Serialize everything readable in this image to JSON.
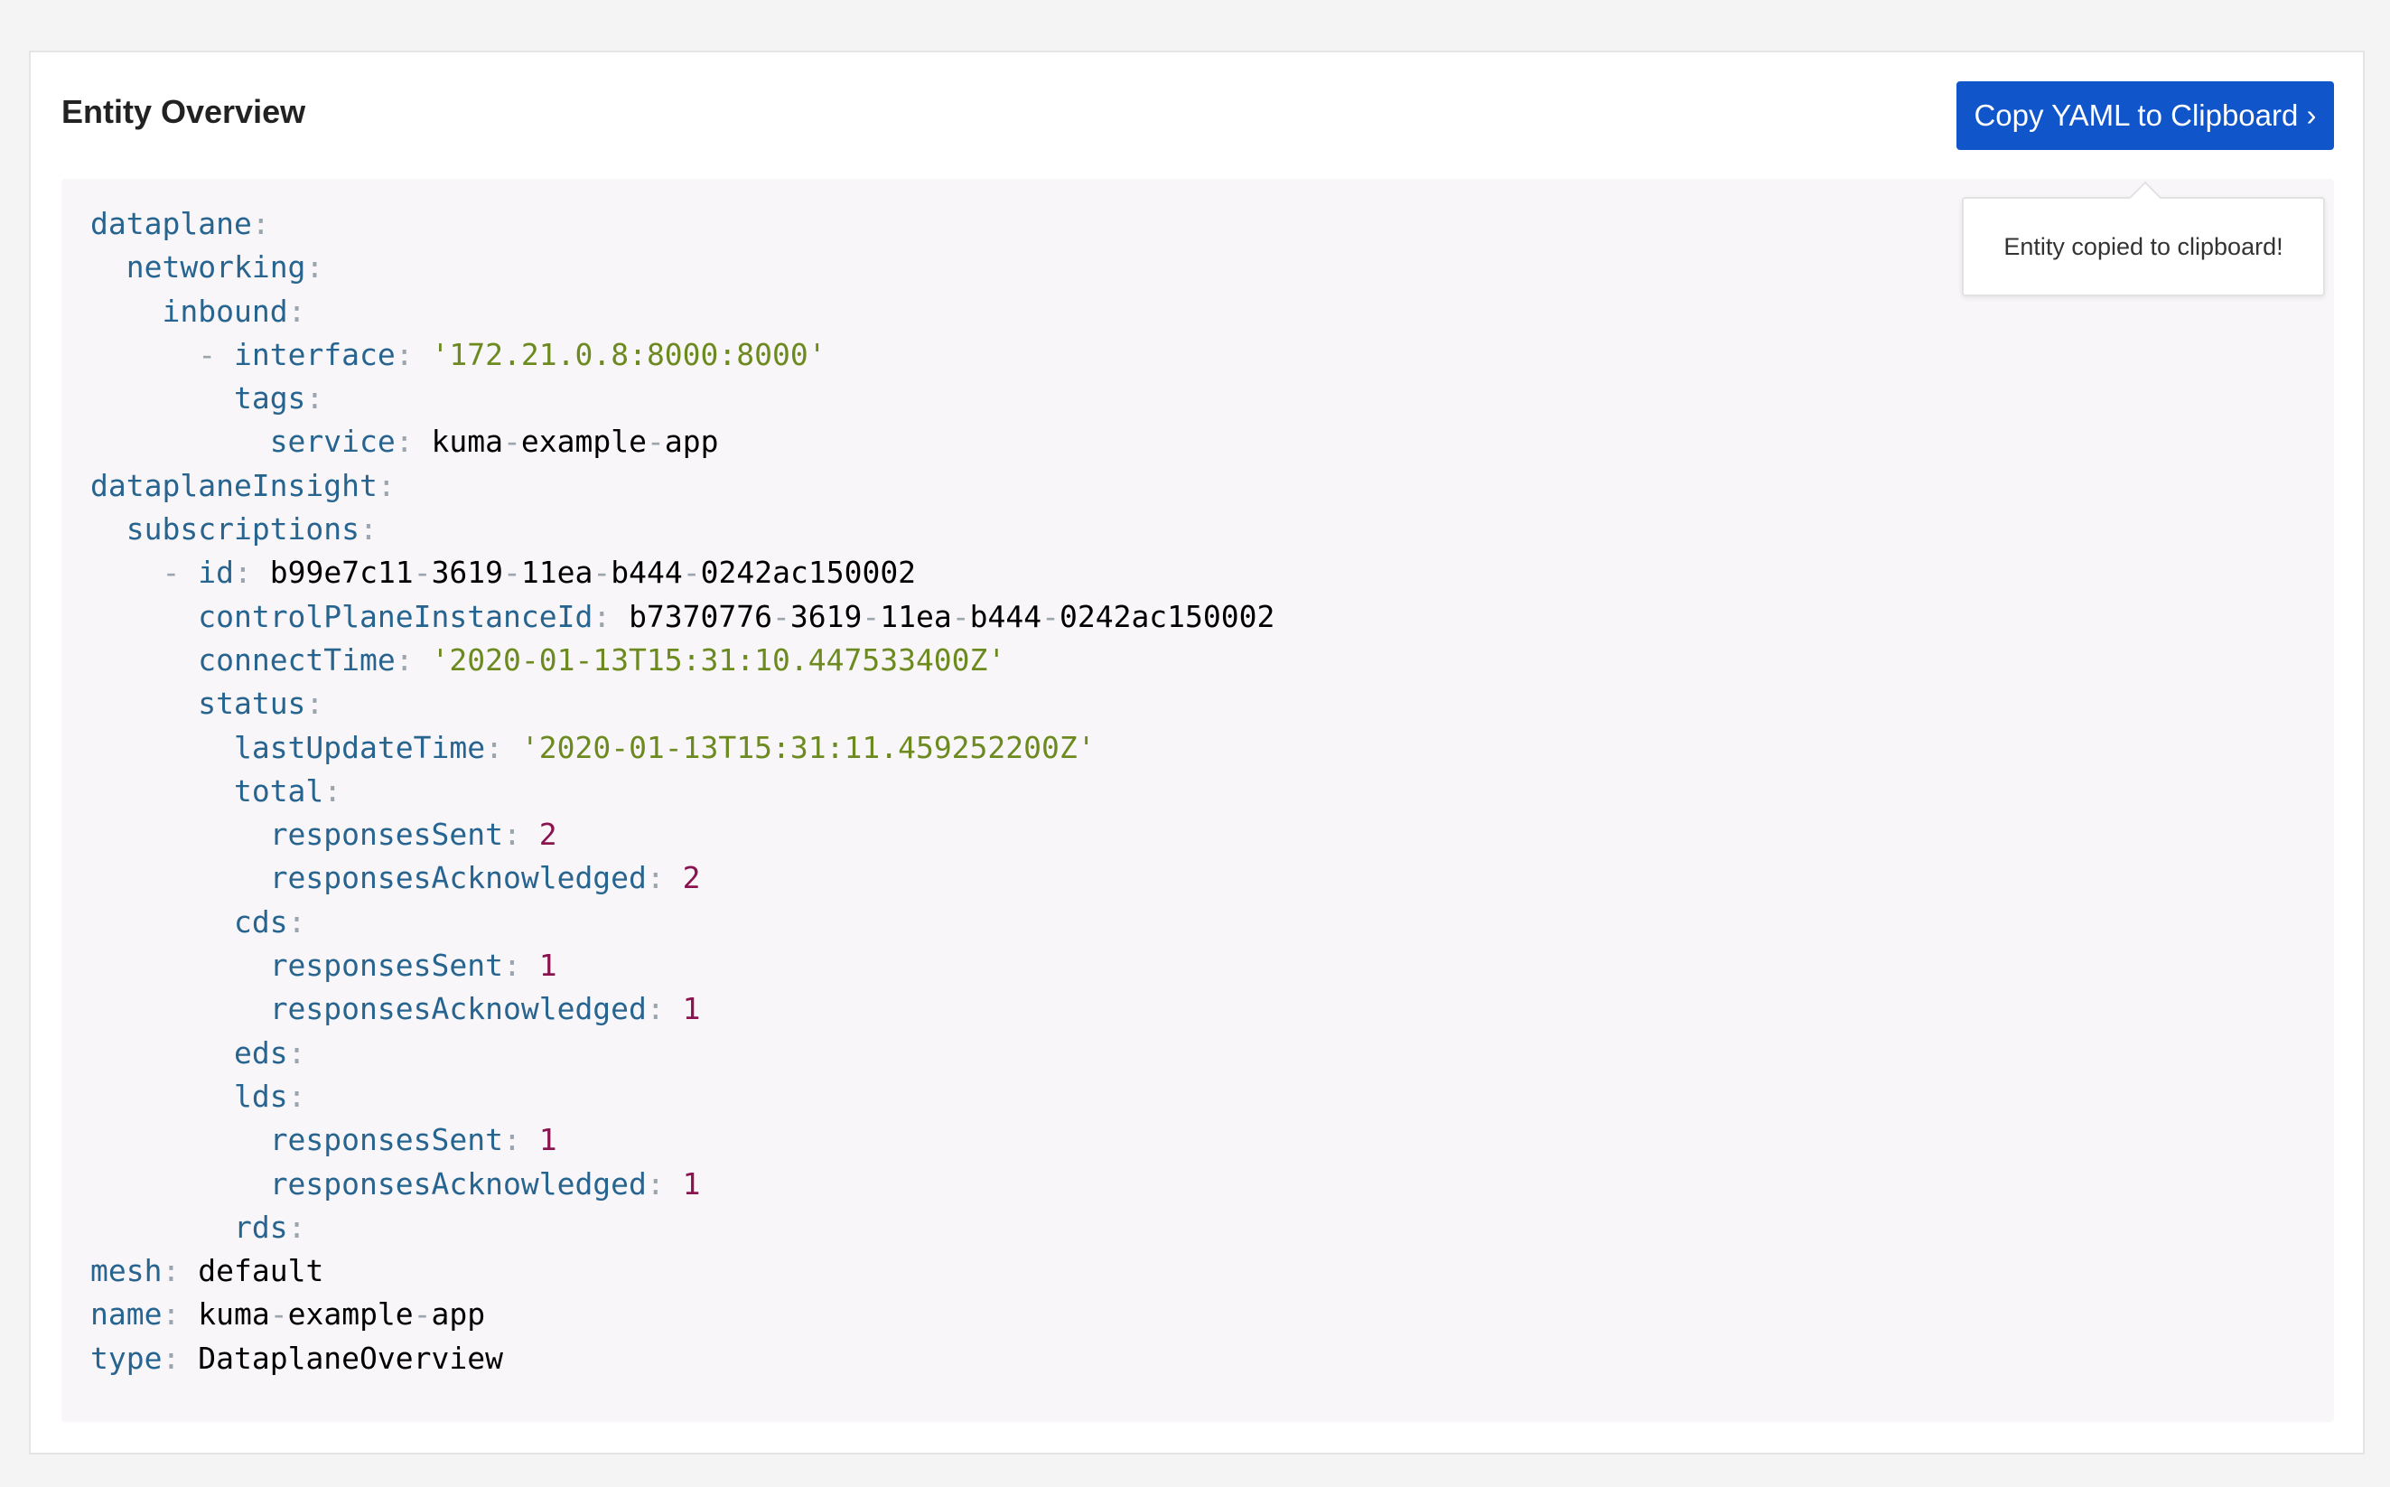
{
  "card": {
    "title": "Entity Overview",
    "copy_button_label": "Copy YAML to Clipboard ›"
  },
  "toast": {
    "message": "Entity copied to clipboard!"
  },
  "yaml_lines": [
    [
      {
        "t": "k",
        "v": "dataplane"
      },
      {
        "t": "p",
        "v": ":"
      }
    ],
    [
      {
        "t": "v",
        "v": "  "
      },
      {
        "t": "k",
        "v": "networking"
      },
      {
        "t": "p",
        "v": ":"
      }
    ],
    [
      {
        "t": "v",
        "v": "    "
      },
      {
        "t": "k",
        "v": "inbound"
      },
      {
        "t": "p",
        "v": ":"
      }
    ],
    [
      {
        "t": "v",
        "v": "      "
      },
      {
        "t": "p",
        "v": "- "
      },
      {
        "t": "k",
        "v": "interface"
      },
      {
        "t": "p",
        "v": ": "
      },
      {
        "t": "s",
        "v": "'172.21.0.8:8000:8000'"
      }
    ],
    [
      {
        "t": "v",
        "v": "        "
      },
      {
        "t": "k",
        "v": "tags"
      },
      {
        "t": "p",
        "v": ":"
      }
    ],
    [
      {
        "t": "v",
        "v": "          "
      },
      {
        "t": "k",
        "v": "service"
      },
      {
        "t": "p",
        "v": ": "
      },
      {
        "t": "v",
        "v": "kuma"
      },
      {
        "t": "p",
        "v": "-"
      },
      {
        "t": "v",
        "v": "example"
      },
      {
        "t": "p",
        "v": "-"
      },
      {
        "t": "v",
        "v": "app"
      }
    ],
    [
      {
        "t": "k",
        "v": "dataplaneInsight"
      },
      {
        "t": "p",
        "v": ":"
      }
    ],
    [
      {
        "t": "v",
        "v": "  "
      },
      {
        "t": "k",
        "v": "subscriptions"
      },
      {
        "t": "p",
        "v": ":"
      }
    ],
    [
      {
        "t": "v",
        "v": "    "
      },
      {
        "t": "p",
        "v": "- "
      },
      {
        "t": "k",
        "v": "id"
      },
      {
        "t": "p",
        "v": ": "
      },
      {
        "t": "v",
        "v": "b99e7c11"
      },
      {
        "t": "p",
        "v": "-"
      },
      {
        "t": "v",
        "v": "3619"
      },
      {
        "t": "p",
        "v": "-"
      },
      {
        "t": "v",
        "v": "11ea"
      },
      {
        "t": "p",
        "v": "-"
      },
      {
        "t": "v",
        "v": "b444"
      },
      {
        "t": "p",
        "v": "-"
      },
      {
        "t": "v",
        "v": "0242ac150002"
      }
    ],
    [
      {
        "t": "v",
        "v": "      "
      },
      {
        "t": "k",
        "v": "controlPlaneInstanceId"
      },
      {
        "t": "p",
        "v": ": "
      },
      {
        "t": "v",
        "v": "b7370776"
      },
      {
        "t": "p",
        "v": "-"
      },
      {
        "t": "v",
        "v": "3619"
      },
      {
        "t": "p",
        "v": "-"
      },
      {
        "t": "v",
        "v": "11ea"
      },
      {
        "t": "p",
        "v": "-"
      },
      {
        "t": "v",
        "v": "b444"
      },
      {
        "t": "p",
        "v": "-"
      },
      {
        "t": "v",
        "v": "0242ac150002"
      }
    ],
    [
      {
        "t": "v",
        "v": "      "
      },
      {
        "t": "k",
        "v": "connectTime"
      },
      {
        "t": "p",
        "v": ": "
      },
      {
        "t": "s",
        "v": "'2020-01-13T15:31:10.447533400Z'"
      }
    ],
    [
      {
        "t": "v",
        "v": "      "
      },
      {
        "t": "k",
        "v": "status"
      },
      {
        "t": "p",
        "v": ":"
      }
    ],
    [
      {
        "t": "v",
        "v": "        "
      },
      {
        "t": "k",
        "v": "lastUpdateTime"
      },
      {
        "t": "p",
        "v": ": "
      },
      {
        "t": "s",
        "v": "'2020-01-13T15:31:11.459252200Z'"
      }
    ],
    [
      {
        "t": "v",
        "v": "        "
      },
      {
        "t": "k",
        "v": "total"
      },
      {
        "t": "p",
        "v": ":"
      }
    ],
    [
      {
        "t": "v",
        "v": "          "
      },
      {
        "t": "k",
        "v": "responsesSent"
      },
      {
        "t": "p",
        "v": ": "
      },
      {
        "t": "n",
        "v": "2"
      }
    ],
    [
      {
        "t": "v",
        "v": "          "
      },
      {
        "t": "k",
        "v": "responsesAcknowledged"
      },
      {
        "t": "p",
        "v": ": "
      },
      {
        "t": "n",
        "v": "2"
      }
    ],
    [
      {
        "t": "v",
        "v": "        "
      },
      {
        "t": "k",
        "v": "cds"
      },
      {
        "t": "p",
        "v": ":"
      }
    ],
    [
      {
        "t": "v",
        "v": "          "
      },
      {
        "t": "k",
        "v": "responsesSent"
      },
      {
        "t": "p",
        "v": ": "
      },
      {
        "t": "n",
        "v": "1"
      }
    ],
    [
      {
        "t": "v",
        "v": "          "
      },
      {
        "t": "k",
        "v": "responsesAcknowledged"
      },
      {
        "t": "p",
        "v": ": "
      },
      {
        "t": "n",
        "v": "1"
      }
    ],
    [
      {
        "t": "v",
        "v": "        "
      },
      {
        "t": "k",
        "v": "eds"
      },
      {
        "t": "p",
        "v": ":"
      }
    ],
    [
      {
        "t": "v",
        "v": "        "
      },
      {
        "t": "k",
        "v": "lds"
      },
      {
        "t": "p",
        "v": ":"
      }
    ],
    [
      {
        "t": "v",
        "v": "          "
      },
      {
        "t": "k",
        "v": "responsesSent"
      },
      {
        "t": "p",
        "v": ": "
      },
      {
        "t": "n",
        "v": "1"
      }
    ],
    [
      {
        "t": "v",
        "v": "          "
      },
      {
        "t": "k",
        "v": "responsesAcknowledged"
      },
      {
        "t": "p",
        "v": ": "
      },
      {
        "t": "n",
        "v": "1"
      }
    ],
    [
      {
        "t": "v",
        "v": "        "
      },
      {
        "t": "k",
        "v": "rds"
      },
      {
        "t": "p",
        "v": ":"
      }
    ],
    [
      {
        "t": "k",
        "v": "mesh"
      },
      {
        "t": "p",
        "v": ": "
      },
      {
        "t": "v",
        "v": "default"
      }
    ],
    [
      {
        "t": "k",
        "v": "name"
      },
      {
        "t": "p",
        "v": ": "
      },
      {
        "t": "v",
        "v": "kuma"
      },
      {
        "t": "p",
        "v": "-"
      },
      {
        "t": "v",
        "v": "example"
      },
      {
        "t": "p",
        "v": "-"
      },
      {
        "t": "v",
        "v": "app"
      }
    ],
    [
      {
        "t": "k",
        "v": "type"
      },
      {
        "t": "p",
        "v": ": "
      },
      {
        "t": "v",
        "v": "DataplaneOverview"
      }
    ]
  ],
  "colors": {
    "button_bg": "#1155cb",
    "yaml_key": "#27648f",
    "yaml_string": "#6c8a1f",
    "yaml_number": "#8a1450",
    "yaml_punct": "#9aa5ad"
  }
}
